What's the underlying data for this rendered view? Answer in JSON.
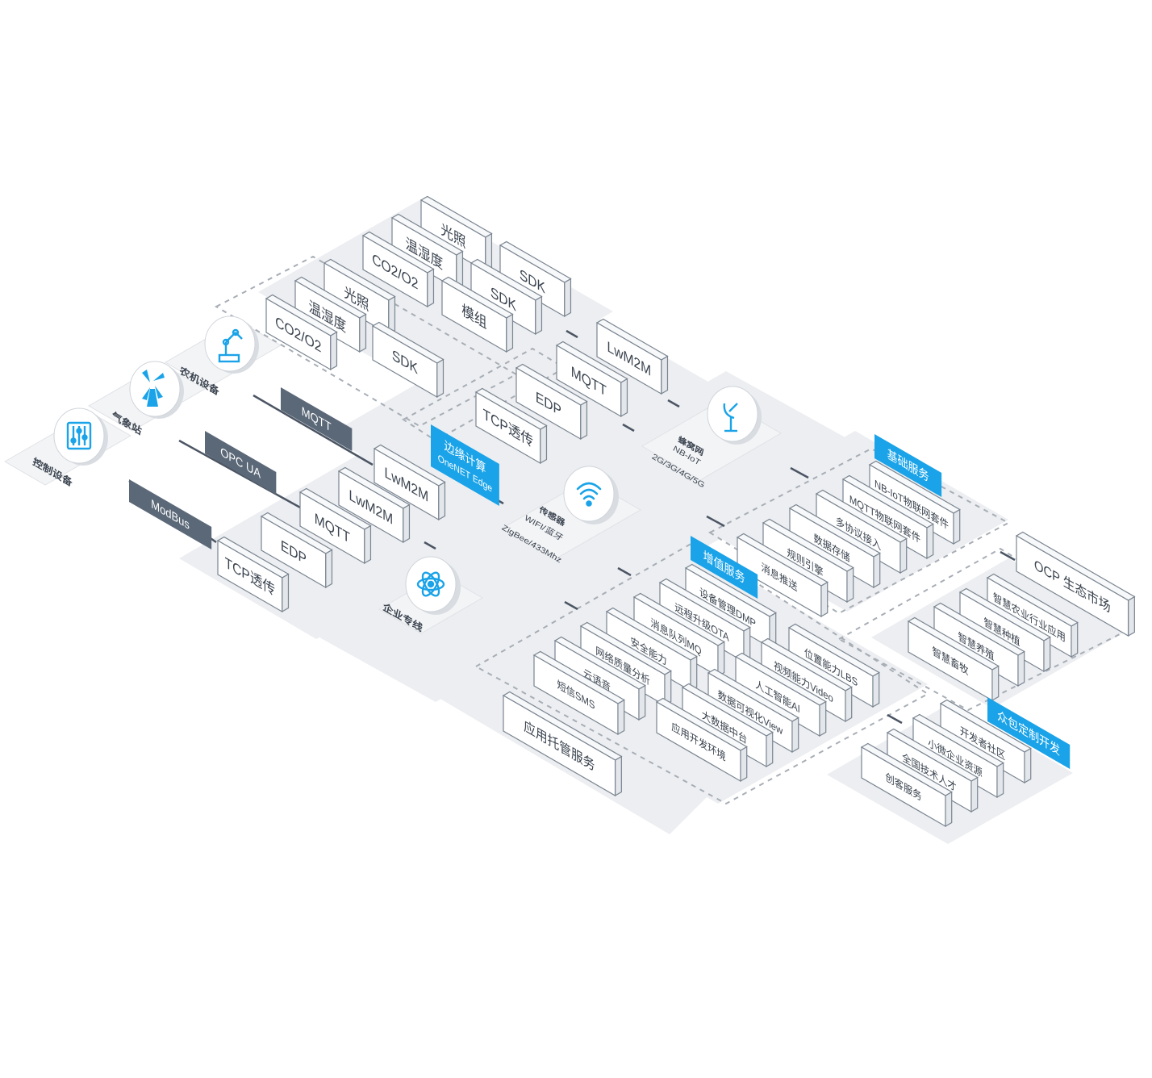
{
  "devices": {
    "control": "控制设备",
    "weather": "气象站",
    "farm": "农机设备"
  },
  "protocol_tags": {
    "modbus": "ModBus",
    "opcua": "OPC UA",
    "mqtt": "MQTT"
  },
  "gateway_group": [
    "TCP透传",
    "EDP",
    "MQTT",
    "LwM2M",
    "LwM2M"
  ],
  "sensor_group_1": [
    "CO2/O2",
    "温湿度",
    "光照",
    "SDK"
  ],
  "sensor_group_2": [
    "CO2/O2",
    "温湿度",
    "光照",
    "模组",
    "SDK",
    "SDK"
  ],
  "edge_group": [
    "TCP透传",
    "EDP",
    "MQTT",
    "LwM2M"
  ],
  "edge_tag": {
    "line1": "边缘计算",
    "line2": "OneNET Edge"
  },
  "networks": {
    "cellular": {
      "line1": "蜂窝网",
      "line2": "NB-IoT",
      "line3": "2G/3G/4G/5G"
    },
    "sensor": {
      "line1": "传感器",
      "line2": "WIFI/蓝牙",
      "line3": "ZigBee/433Mhz"
    },
    "enterprise": {
      "line1": "企业专线"
    }
  },
  "basic_services": {
    "title": "基础服务",
    "items": [
      "NB-IoT物联网套件",
      "MQTT物联网套件",
      "多协议接入",
      "数据存储",
      "规则引擎",
      "消息推送"
    ]
  },
  "value_services": {
    "title": "增值服务",
    "items": [
      "设备管理DMP",
      "远程升级OTA",
      "消息队列MQ",
      "安全能力",
      "网络质量分析",
      "云语音",
      "短信SMS",
      "位置能力LBS",
      "视频能力Video",
      "人工智能AI",
      "数据可视化View",
      "大数据中台",
      "应用开发环境"
    ]
  },
  "app_hosting": "应用托管服务",
  "ocp": {
    "title": "OCP 生态市场",
    "items": [
      "智慧农业行业应用",
      "智慧种植",
      "智慧养殖",
      "智慧畜牧"
    ]
  },
  "crowd": {
    "title": "众包定制开发",
    "items": [
      "开发者社区",
      "小微企业资源",
      "全国技术人才",
      "创客服务"
    ]
  },
  "colors": {
    "accent": "#1aa3e8",
    "dark_tag": "#5b6878",
    "platform": "#eceef1",
    "box_stroke": "#7a8591",
    "text": "#3b4450"
  }
}
